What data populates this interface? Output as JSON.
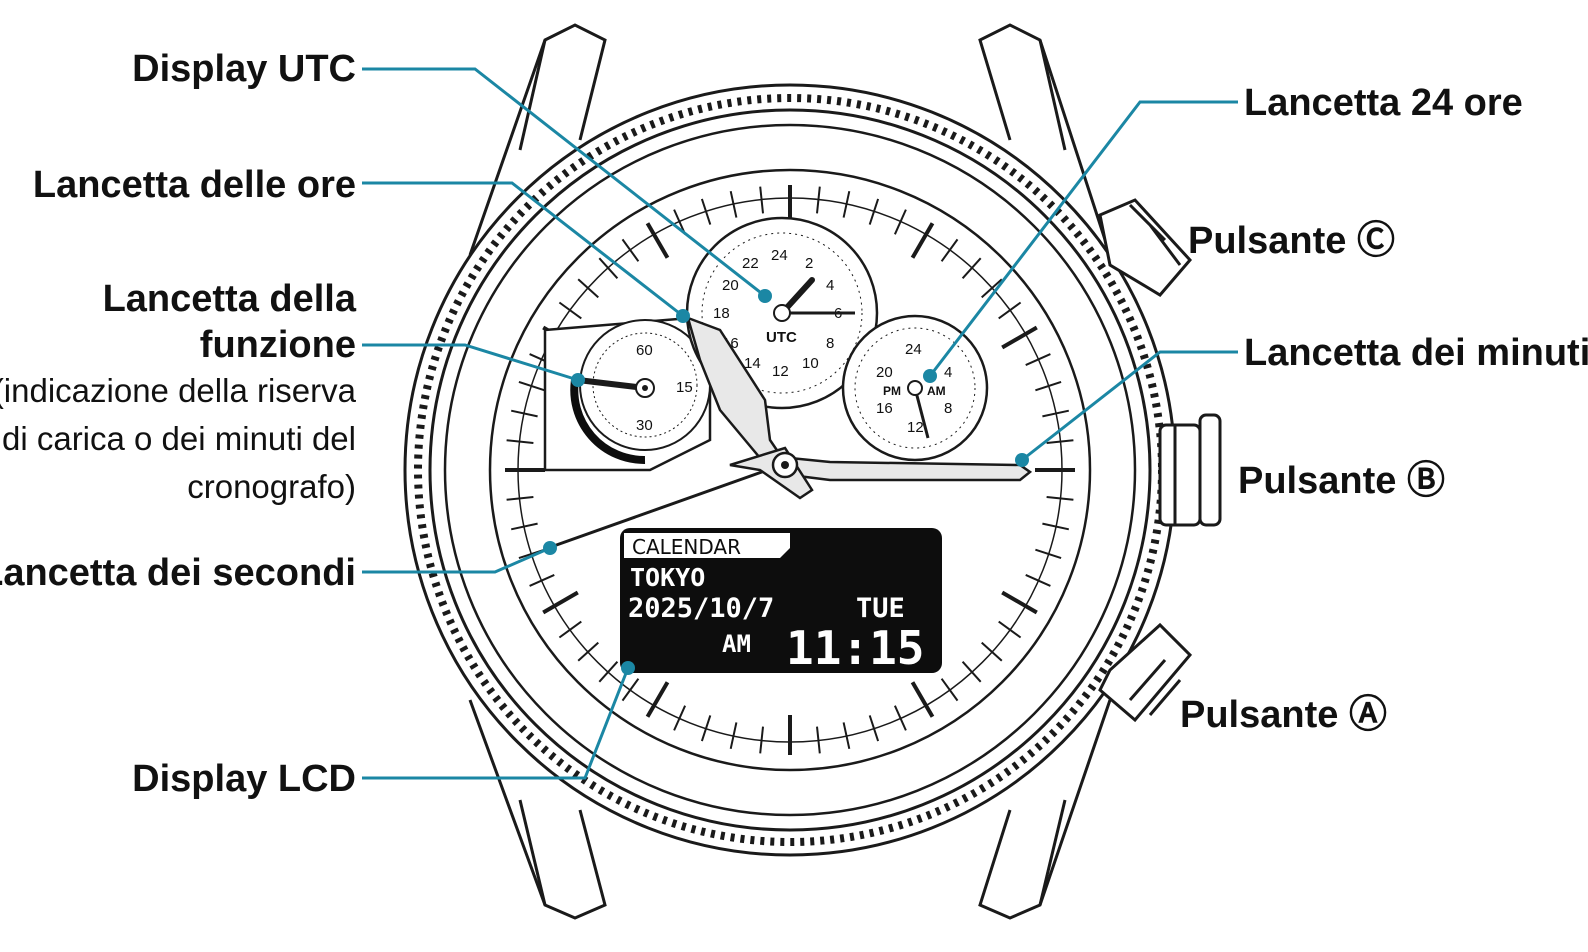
{
  "labels": {
    "display_utc": "Display UTC",
    "hour_hand": "Lancetta delle ore",
    "function_hand_line1": "Lancetta della",
    "function_hand_line2": "funzione",
    "function_hand_note1": "(indicazione della riserva",
    "function_hand_note2": "di carica o dei minuti del",
    "function_hand_note3": "cronografo)",
    "seconds_hand": "Lancetta dei secondi",
    "lcd_display": "Display LCD",
    "hand_24h": "Lancetta 24 ore",
    "button_c": "Pulsante Ⓒ",
    "minute_hand": "Lancetta dei minuti",
    "button_b": "Pulsante Ⓑ",
    "button_a": "Pulsante Ⓐ"
  },
  "lcd": {
    "mode": "CALENDAR",
    "city": "TOKYO",
    "date": "2025/10/7",
    "weekday": "TUE",
    "ampm": "AM",
    "time": "11:15"
  },
  "utc_dial": {
    "label": "UTC",
    "numbers": [
      "24",
      "2",
      "4",
      "6",
      "8",
      "10",
      "12",
      "14",
      "16",
      "18",
      "20",
      "22"
    ]
  },
  "h24_dial": {
    "numbers": [
      "24",
      "4",
      "8",
      "12",
      "16",
      "20"
    ],
    "pm": "PM",
    "am": "AM"
  },
  "function_dial": {
    "numbers": [
      "60",
      "15",
      "30"
    ]
  },
  "colors": {
    "leader": "#1b87a4",
    "line": "#1a1a1a",
    "lcd_bg": "#0d0d0d"
  }
}
